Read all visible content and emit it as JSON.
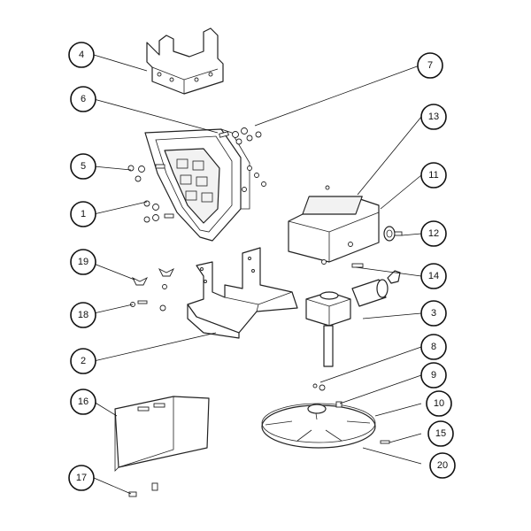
{
  "diagram": {
    "type": "exploded-parts-view",
    "callouts": [
      "1",
      "2",
      "3",
      "4",
      "5",
      "6",
      "7",
      "8",
      "9",
      "10",
      "11",
      "12",
      "13",
      "14",
      "15",
      "16",
      "17",
      "18",
      "19",
      "20"
    ]
  }
}
